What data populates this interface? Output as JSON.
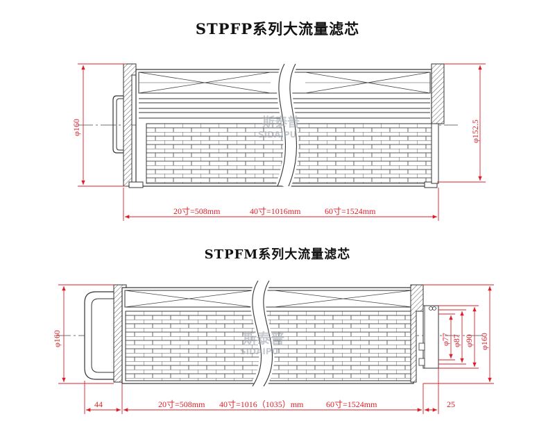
{
  "titles": {
    "top": "STPFP系列大流量滤芯",
    "bottom": "STPFM系列大流量滤芯"
  },
  "top_drawing": {
    "dim_left_diameter": "φ160",
    "dim_right_diameter": "φ152.5",
    "length_20": "20寸=508mm",
    "length_40": "40寸=1016mm",
    "length_60": "60寸=1524mm"
  },
  "bottom_drawing": {
    "dim_left_diameter": "φ160",
    "dim_d77": "φ77",
    "dim_d87": "φ87",
    "dim_d90": "φ90",
    "dim_right_diameter": "φ160",
    "dim_left_offset": "44",
    "dim_right_offset": "25",
    "length_20": "20寸=508mm",
    "length_40": "40寸=1016（1035）mm",
    "length_60": "60寸=1524mm"
  },
  "watermark": {
    "brand": "斯泰普",
    "brand_latin": "SIDAIPU"
  },
  "colors": {
    "dimension": "#d8202a",
    "outline": "#333333",
    "centerline": "#444444"
  }
}
